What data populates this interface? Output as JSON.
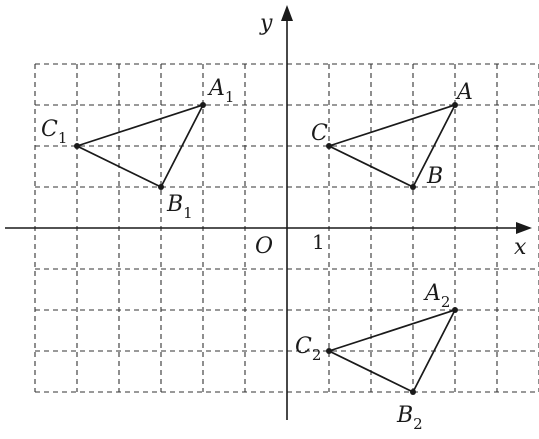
{
  "axes": {
    "x_label": "x",
    "y_label": "y",
    "origin_label": "O",
    "unit_tick_label": "1"
  },
  "grid": {
    "x_range": [
      -6,
      6
    ],
    "y_range": [
      -4,
      4
    ],
    "step": 1,
    "style": "dashed"
  },
  "triangles": [
    {
      "name": "triangle-abc",
      "vertices": [
        {
          "id": "A",
          "letter": "A",
          "sub": "",
          "x": 4,
          "y": 3
        },
        {
          "id": "B",
          "letter": "B",
          "sub": "",
          "x": 3,
          "y": 1
        },
        {
          "id": "C",
          "letter": "C",
          "sub": "",
          "x": 1,
          "y": 2
        }
      ]
    },
    {
      "name": "triangle-a1b1c1",
      "vertices": [
        {
          "id": "A1",
          "letter": "A",
          "sub": "1",
          "x": -2,
          "y": 3
        },
        {
          "id": "B1",
          "letter": "B",
          "sub": "1",
          "x": -3,
          "y": 1
        },
        {
          "id": "C1",
          "letter": "C",
          "sub": "1",
          "x": -5,
          "y": 2
        }
      ]
    },
    {
      "name": "triangle-a2b2c2",
      "vertices": [
        {
          "id": "A2",
          "letter": "A",
          "sub": "2",
          "x": 4,
          "y": -2
        },
        {
          "id": "B2",
          "letter": "B",
          "sub": "2",
          "x": 3,
          "y": -4
        },
        {
          "id": "C2",
          "letter": "C",
          "sub": "2",
          "x": 1,
          "y": -3
        }
      ]
    }
  ]
}
